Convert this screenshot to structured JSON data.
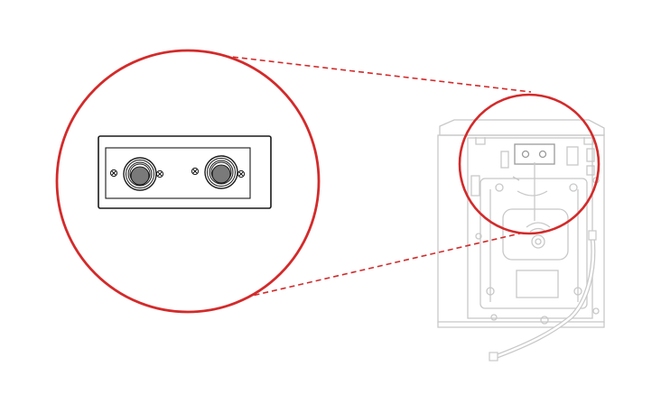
{
  "diagram": {
    "kind": "washer-rear-inlet-callout",
    "colors": {
      "callout": "#d42a2a",
      "outline": "#1a1a1a",
      "faint": "#c8c8c8",
      "connector_fill": "#777777",
      "connector_ring": "#d9d9d9"
    },
    "icons": [
      "magnifier-callout",
      "water-inlet-connector",
      "mounting-screw",
      "washing-machine",
      "inlet-hose"
    ],
    "inlet_valve_count": 2
  }
}
